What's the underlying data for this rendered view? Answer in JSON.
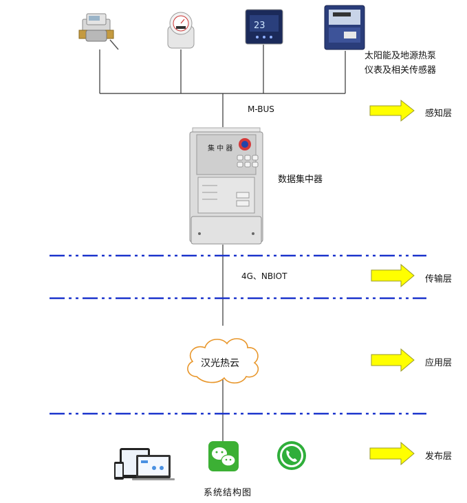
{
  "devices_label_line1": "太阳能及地源热泵",
  "devices_label_line2": "仪表及相关传感器",
  "bus_label": "M-BUS",
  "concentrator_label": "数据集中器",
  "concentrator_panel_title": "集 中 器",
  "network_label": "4G、NBIOT",
  "cloud_label": "汉光热云",
  "thermostat_display": "23",
  "caption": "系统结构图",
  "layers": [
    {
      "label": "感知层"
    },
    {
      "label": "传输层"
    },
    {
      "label": "应用层"
    },
    {
      "label": "发布层"
    }
  ],
  "colors": {
    "arrow_fill": "#ffff00",
    "arrow_stroke": "#9a9a2a",
    "divider": "#1a33cc",
    "cloud_stroke": "#e8962a",
    "wechat_green": "#3cb034",
    "phone_green": "#2fae3a"
  }
}
